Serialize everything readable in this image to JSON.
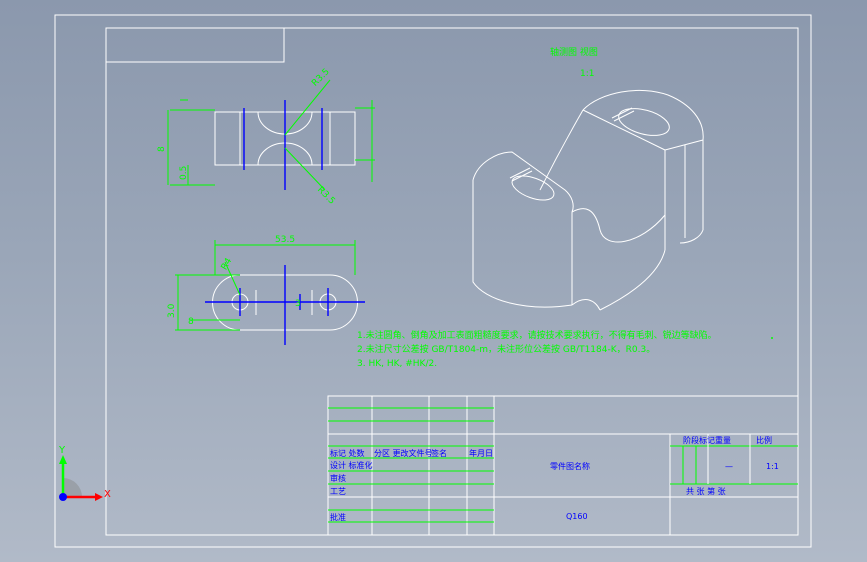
{
  "drawing": {
    "view_title": "轴测图 视图",
    "view_scale": "1:1",
    "dims": {
      "top_radius": "R3.5",
      "top_height": "8",
      "top_small": "0.5",
      "top_radius_b": "R3.5",
      "front_len": "53.5",
      "front_r": "R4",
      "front_hole": "3",
      "front_width": "3.0",
      "front_height": "8"
    },
    "notes": [
      "1.未注圆角、倒角及加工表面粗糙度要求，请按技术要求执行，不得有毛刺、锐边等缺陷。",
      "2.未注尺寸公差按 GB/T1804-m，未注形位公差按 GB/T1184-K，R0.3。",
      "3. HK, HK, #HK/2."
    ]
  },
  "title_block": {
    "rows_left": [
      "标记 处数",
      "分区 更改文件号",
      "签名",
      "年月日"
    ],
    "labels": [
      "设计 标准化",
      "审核",
      "工艺",
      "批准"
    ],
    "stage_headers": [
      "阶段标记",
      "重量",
      "比例"
    ],
    "scale_value": "1:1",
    "mass_value": "—",
    "sheet_label": "共 张  第 张",
    "part_name": "零件图名称",
    "part_code": "Q160"
  },
  "ucs": {
    "y_label": "Y",
    "x_label": "X"
  },
  "colors": {
    "frame": "#ffffff",
    "dimension": "#00ff00",
    "centerline": "#0000ff"
  }
}
